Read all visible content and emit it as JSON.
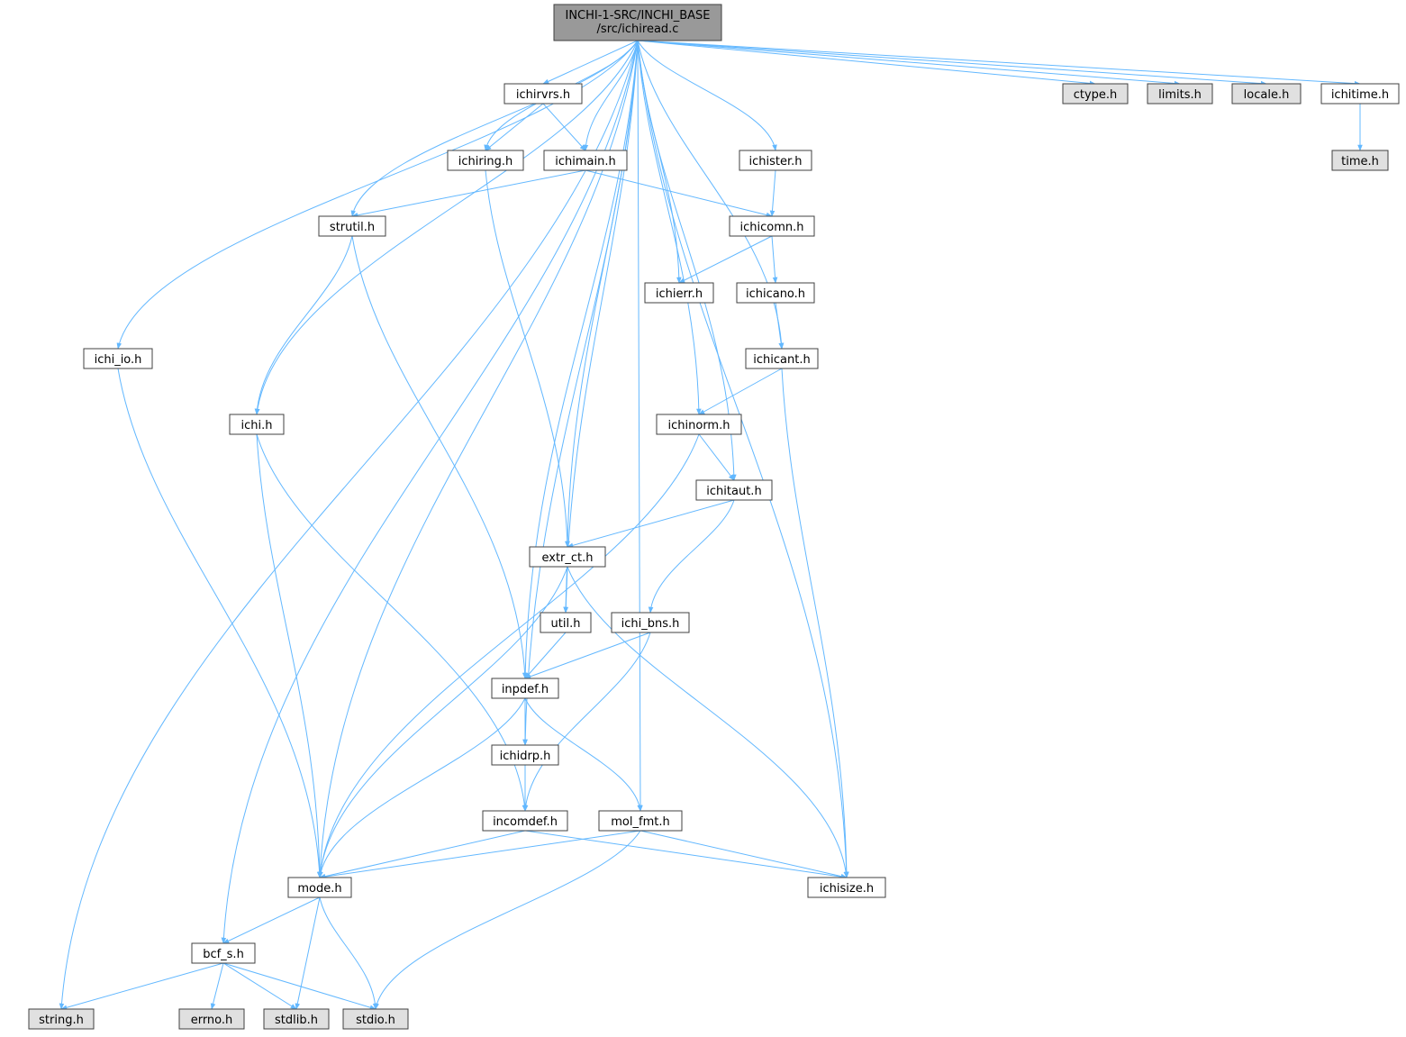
{
  "graph": {
    "root": {
      "line1": "INCHI-1-SRC/INCHI_BASE",
      "line2": "/src/ichiread.c"
    },
    "colors": {
      "root_fill": "#999999",
      "local_fill": "#ffffff",
      "system_fill": "#e0e0e0",
      "edge": "#63b8ff",
      "border": "#404040"
    },
    "nodes": {
      "ichirvrs": {
        "label": "ichirvrs.h",
        "kind": "local"
      },
      "ctype": {
        "label": "ctype.h",
        "kind": "system"
      },
      "limits": {
        "label": "limits.h",
        "kind": "system"
      },
      "locale": {
        "label": "locale.h",
        "kind": "system"
      },
      "ichitime": {
        "label": "ichitime.h",
        "kind": "local"
      },
      "time": {
        "label": "time.h",
        "kind": "system"
      },
      "ichiring": {
        "label": "ichiring.h",
        "kind": "local"
      },
      "ichimain": {
        "label": "ichimain.h",
        "kind": "local"
      },
      "ichister": {
        "label": "ichister.h",
        "kind": "local"
      },
      "strutil": {
        "label": "strutil.h",
        "kind": "local"
      },
      "ichicomn": {
        "label": "ichicomn.h",
        "kind": "local"
      },
      "ichierr": {
        "label": "ichierr.h",
        "kind": "local"
      },
      "ichicano": {
        "label": "ichicano.h",
        "kind": "local"
      },
      "ichi_io": {
        "label": "ichi_io.h",
        "kind": "local"
      },
      "ichicant": {
        "label": "ichicant.h",
        "kind": "local"
      },
      "ichi": {
        "label": "ichi.h",
        "kind": "local"
      },
      "ichinorm": {
        "label": "ichinorm.h",
        "kind": "local"
      },
      "ichitaut": {
        "label": "ichitaut.h",
        "kind": "local"
      },
      "extr_ct": {
        "label": "extr_ct.h",
        "kind": "local"
      },
      "util": {
        "label": "util.h",
        "kind": "local"
      },
      "ichi_bns": {
        "label": "ichi_bns.h",
        "kind": "local"
      },
      "inpdef": {
        "label": "inpdef.h",
        "kind": "local"
      },
      "ichidrp": {
        "label": "ichidrp.h",
        "kind": "local"
      },
      "incomdef": {
        "label": "incomdef.h",
        "kind": "local"
      },
      "mol_fmt": {
        "label": "mol_fmt.h",
        "kind": "local"
      },
      "mode": {
        "label": "mode.h",
        "kind": "local"
      },
      "ichisize": {
        "label": "ichisize.h",
        "kind": "local"
      },
      "bcf_s": {
        "label": "bcf_s.h",
        "kind": "local"
      },
      "string": {
        "label": "string.h",
        "kind": "system"
      },
      "errno": {
        "label": "errno.h",
        "kind": "system"
      },
      "stdlib": {
        "label": "stdlib.h",
        "kind": "system"
      },
      "stdio": {
        "label": "stdio.h",
        "kind": "system"
      }
    },
    "edges": [
      [
        "root",
        "ichirvrs"
      ],
      [
        "root",
        "ichiring"
      ],
      [
        "root",
        "ichimain"
      ],
      [
        "root",
        "ichister"
      ],
      [
        "root",
        "ctype"
      ],
      [
        "root",
        "limits"
      ],
      [
        "root",
        "locale"
      ],
      [
        "root",
        "ichitime"
      ],
      [
        "root",
        "ichierr"
      ],
      [
        "root",
        "ichicant"
      ],
      [
        "root",
        "ichitaut"
      ],
      [
        "root",
        "util"
      ],
      [
        "root",
        "mol_fmt"
      ],
      [
        "root",
        "ichisize"
      ],
      [
        "root",
        "strutil"
      ],
      [
        "root",
        "ichidrp"
      ],
      [
        "root",
        "inpdef"
      ],
      [
        "root",
        "ichinorm"
      ],
      [
        "root",
        "extr_ct"
      ],
      [
        "root",
        "ichi"
      ],
      [
        "root",
        "mode"
      ],
      [
        "root",
        "ichi_io"
      ],
      [
        "root",
        "bcf_s"
      ],
      [
        "root",
        "string"
      ],
      [
        "ichitime",
        "time"
      ],
      [
        "ichirvrs",
        "ichiring"
      ],
      [
        "ichirvrs",
        "ichimain"
      ],
      [
        "ichiring",
        "extr_ct"
      ],
      [
        "ichimain",
        "strutil"
      ],
      [
        "ichimain",
        "ichicomn"
      ],
      [
        "ichister",
        "ichicomn"
      ],
      [
        "ichicomn",
        "ichierr"
      ],
      [
        "ichicomn",
        "ichicano"
      ],
      [
        "ichicano",
        "ichicant"
      ],
      [
        "strutil",
        "ichi"
      ],
      [
        "strutil",
        "inpdef"
      ],
      [
        "ichicant",
        "ichinorm"
      ],
      [
        "ichicant",
        "ichisize"
      ],
      [
        "ichinorm",
        "ichitaut"
      ],
      [
        "ichinorm",
        "mode"
      ],
      [
        "ichitaut",
        "extr_ct"
      ],
      [
        "ichitaut",
        "ichi_bns"
      ],
      [
        "ichi_io",
        "mode"
      ],
      [
        "ichi",
        "mode"
      ],
      [
        "ichi",
        "incomdef"
      ],
      [
        "extr_ct",
        "util"
      ],
      [
        "extr_ct",
        "mode"
      ],
      [
        "extr_ct",
        "ichisize"
      ],
      [
        "util",
        "inpdef"
      ],
      [
        "ichi_bns",
        "inpdef"
      ],
      [
        "ichi_bns",
        "incomdef"
      ],
      [
        "inpdef",
        "ichidrp"
      ],
      [
        "inpdef",
        "mol_fmt"
      ],
      [
        "inpdef",
        "mode"
      ],
      [
        "ichidrp",
        "incomdef"
      ],
      [
        "incomdef",
        "mode"
      ],
      [
        "incomdef",
        "ichisize"
      ],
      [
        "mol_fmt",
        "mode"
      ],
      [
        "mol_fmt",
        "ichisize"
      ],
      [
        "mol_fmt",
        "stdio"
      ],
      [
        "mode",
        "bcf_s"
      ],
      [
        "mode",
        "stdlib"
      ],
      [
        "mode",
        "stdio"
      ],
      [
        "bcf_s",
        "string"
      ],
      [
        "bcf_s",
        "errno"
      ],
      [
        "bcf_s",
        "stdlib"
      ],
      [
        "bcf_s",
        "stdio"
      ]
    ]
  }
}
